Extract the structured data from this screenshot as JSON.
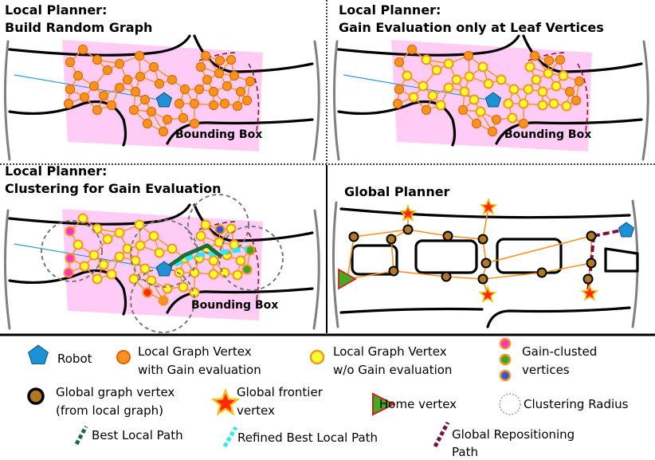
{
  "panels": [
    {
      "title_line1": "Local Planner:",
      "title_line2": "Build Random Graph",
      "bbox_label": "Bounding Box"
    },
    {
      "title_line1": "Local Planner:",
      "title_line2": "Gain Evaluation only at Leaf Vertices",
      "bbox_label": "Bounding Box"
    },
    {
      "title_line1": "Local Planner:",
      "title_line2": "Clustering for Gain Evaluation",
      "bbox_label": "Bounding Box"
    },
    {
      "title_line1": "Global Planner",
      "title_line2": "",
      "bbox_label": ""
    }
  ],
  "legend": {
    "robot": "Robot",
    "vertex_gain_1": "Local Graph Vertex",
    "vertex_gain_2": "with Gain evaluation",
    "vertex_nogain_1": "Local Graph Vertex",
    "vertex_nogain_2": "w/o Gain evaluation",
    "clustered_1": "Gain-clusted",
    "clustered_2": "vertices",
    "global_vertex_1": "Global graph vertex",
    "global_vertex_2": "(from local graph)",
    "frontier_1": "Global frontier",
    "frontier_2": "vertex",
    "home": "Home vertex",
    "radius": "Clustering Radius",
    "best_path": "Best Local Path",
    "refined_path": "Refined Best Local Path",
    "reposition_1": "Global Repositioning",
    "reposition_2": "Path"
  },
  "colors": {
    "gain_vertex": "#f7931e",
    "nogain_vertex": "#ffff33",
    "robot": "#1e90d6",
    "bounding_box": "#ffccf5",
    "global_vertex": "#b07820",
    "frontier": "#ff2a00",
    "home": "#44aa22",
    "best_path": "#1a6e3a",
    "refined_path": "#33e6f2",
    "reposition_path": "#7a1040",
    "cluster_magenta": "#ff33cc",
    "cluster_green": "#33aa22",
    "cluster_blue": "#3355dd"
  },
  "icons": {
    "robot": "pentagon",
    "frontier": "star",
    "home": "triangle",
    "radius": "dashed-circle"
  }
}
